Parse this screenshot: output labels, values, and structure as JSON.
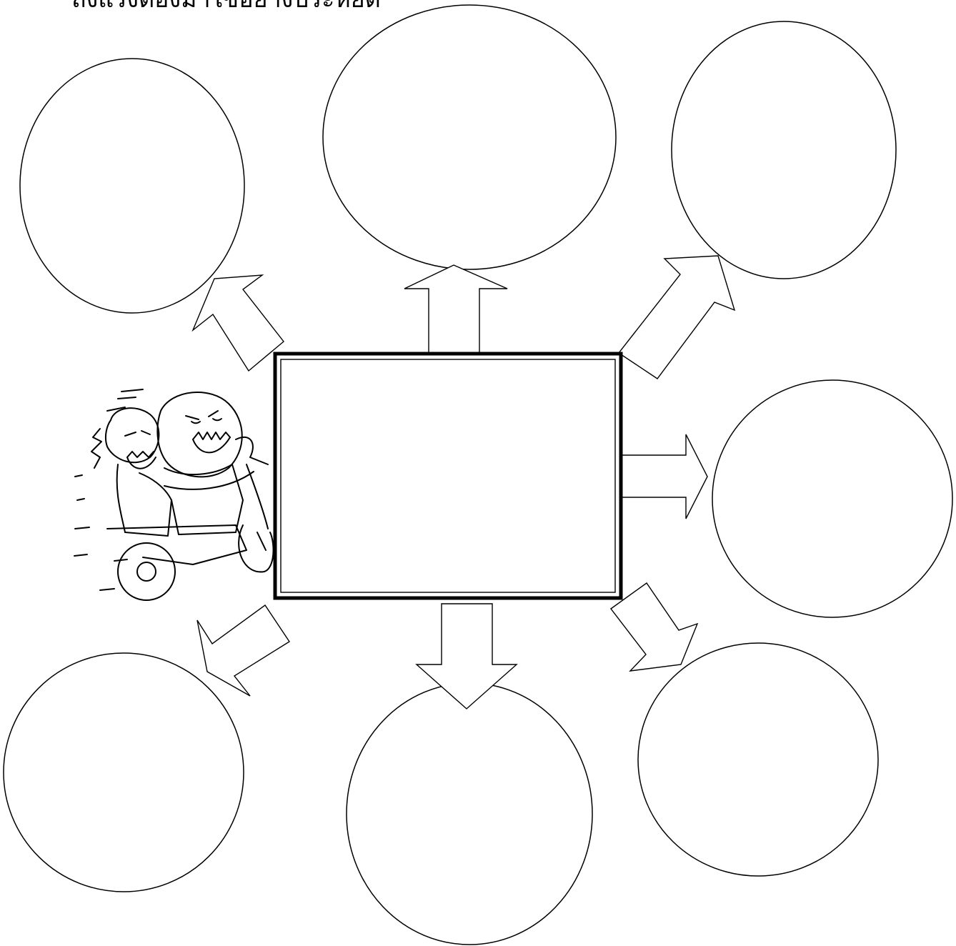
{
  "header": {
    "text": "ถึงแรงต้องมาใช้อย่างประหยัด"
  },
  "diagram": {
    "center_box": {
      "label": ""
    },
    "bubbles": [
      {
        "id": "top-left",
        "label": ""
      },
      {
        "id": "top-center",
        "label": ""
      },
      {
        "id": "top-right",
        "label": ""
      },
      {
        "id": "middle-right",
        "label": ""
      },
      {
        "id": "bottom-right",
        "label": ""
      },
      {
        "id": "bottom-center",
        "label": ""
      },
      {
        "id": "bottom-left",
        "label": ""
      }
    ],
    "illustration": {
      "icon": "motorcycle-riders-sketch-icon"
    }
  },
  "colors": {
    "stroke": "#000000",
    "background": "#ffffff"
  }
}
